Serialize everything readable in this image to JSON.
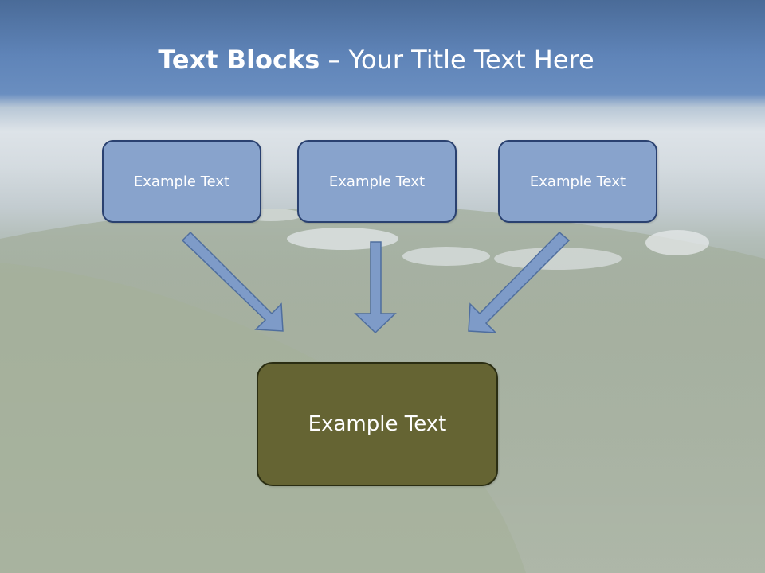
{
  "title": {
    "bold": "Text Blocks",
    "rest": " – Your Title Text Here"
  },
  "blocks": [
    {
      "label": "Example Text"
    },
    {
      "label": "Example Text"
    },
    {
      "label": "Example Text"
    }
  ],
  "main_block": {
    "label": "Example Text"
  },
  "colors": {
    "block_fill": "#88a3cc",
    "block_border": "#2a4170",
    "main_fill": "#656433",
    "arrow_fill": "#7e9bc8",
    "title_text": "#ffffff"
  }
}
